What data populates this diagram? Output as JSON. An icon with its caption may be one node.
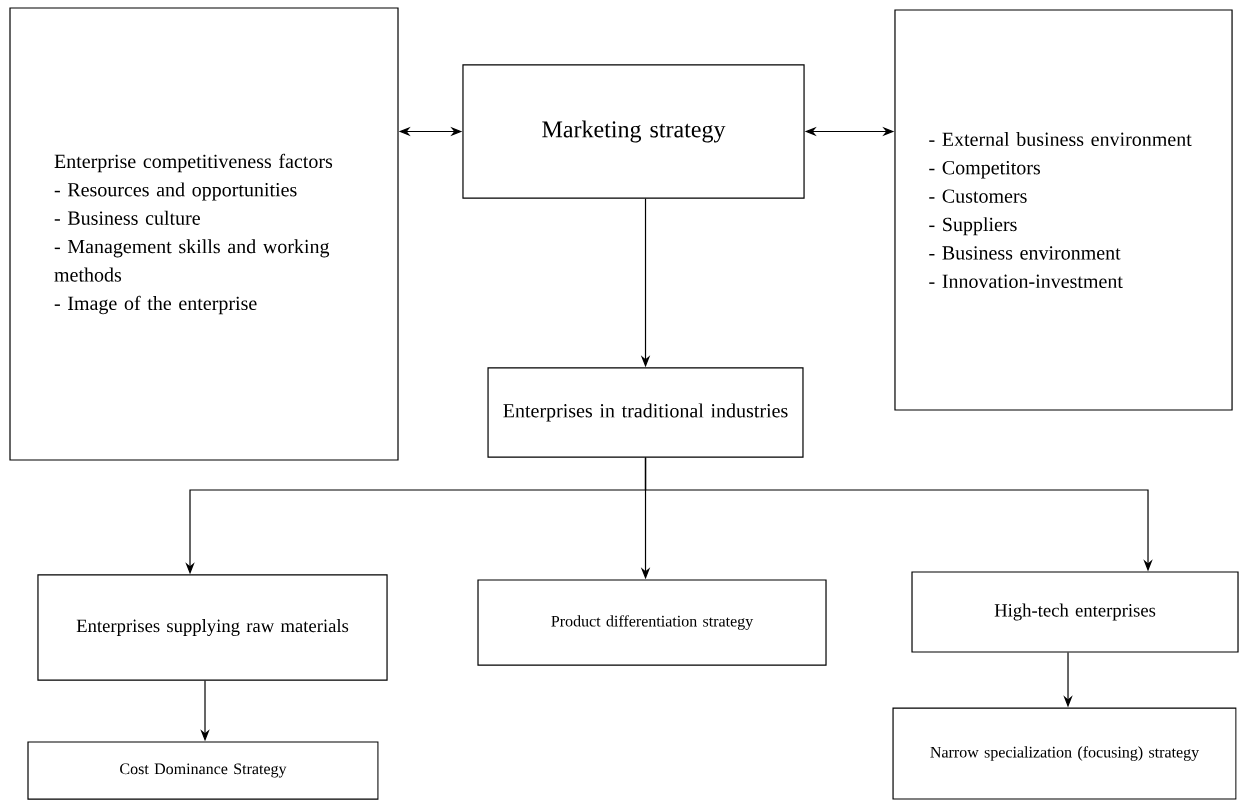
{
  "diagram": {
    "nodes": [
      {
        "text": [
          "Enterprise competitiveness factors",
          "- Resources and opportunities",
          "- Business culture",
          "- Management skills and working methods",
          "- Image of the enterprise"
        ]
      },
      {
        "text": [
          "Marketing strategy"
        ]
      },
      {
        "text": [
          "- External business environment",
          "- Competitors",
          "- Customers",
          "- Suppliers",
          "- Business environment",
          "- Innovation-investment"
        ]
      },
      {
        "text": [
          "Enterprises in traditional industries"
        ]
      },
      {
        "text": [
          "Enterprises supplying raw materials"
        ]
      },
      {
        "text": [
          "Product differentiation strategy"
        ]
      },
      {
        "text": [
          "High-tech enterprises"
        ]
      },
      {
        "text": [
          "Cost Dominance Strategy"
        ]
      },
      {
        "text": [
          "Narrow specialization (focusing) strategy"
        ]
      }
    ],
    "edges": [
      {
        "from": 0,
        "to": 1,
        "arrow": "both"
      },
      {
        "from": 1,
        "to": 2,
        "arrow": "both"
      },
      {
        "from": 1,
        "to": 3,
        "arrow": "to"
      },
      {
        "from": 3,
        "to": 4,
        "arrow": "to"
      },
      {
        "from": 3,
        "to": 5,
        "arrow": "to"
      },
      {
        "from": 3,
        "to": 6,
        "arrow": "to"
      },
      {
        "from": 4,
        "to": 7,
        "arrow": "to"
      },
      {
        "from": 6,
        "to": 8,
        "arrow": "to"
      }
    ]
  }
}
